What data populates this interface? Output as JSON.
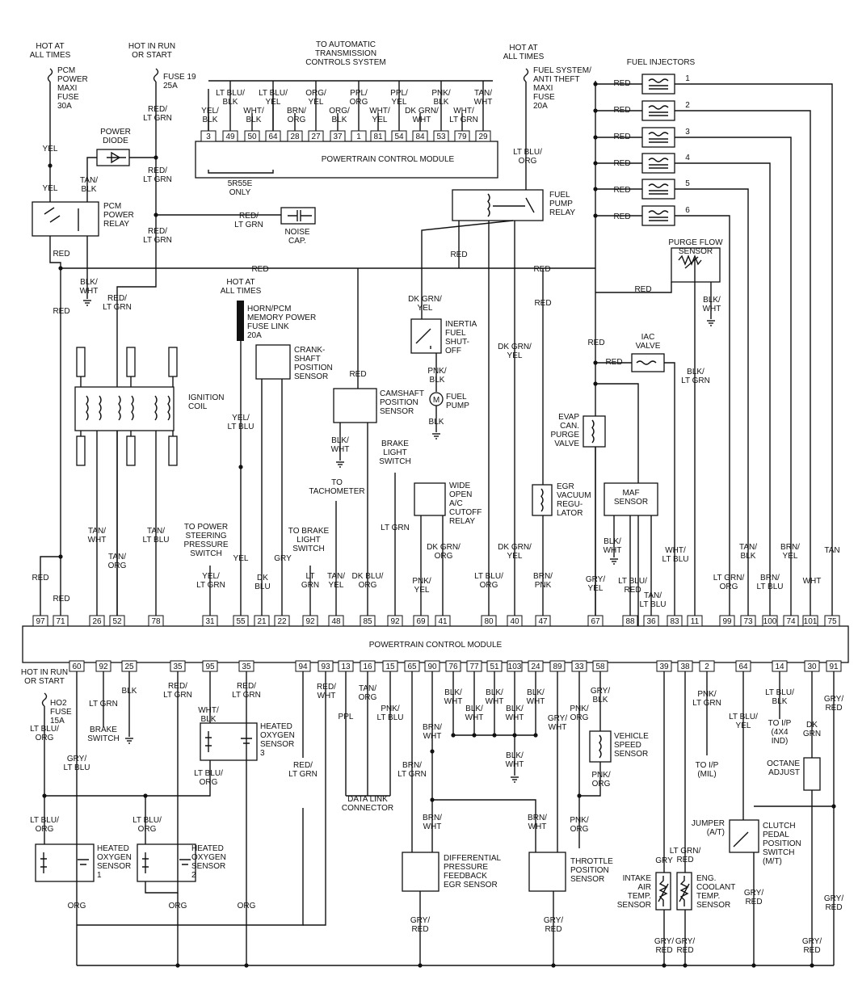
{
  "top_labels": {
    "hot_all_1": [
      "HOT AT",
      "ALL TIMES"
    ],
    "hot_run_1": [
      "HOT IN RUN",
      "OR START"
    ],
    "to_ats": [
      "TO AUTOMATIC",
      "TRANSMISSION",
      "CONTROLS SYSTEM"
    ],
    "hot_all_2": [
      "HOT AT",
      "ALL TIMES"
    ],
    "fuel_injectors": "FUEL INJECTORS"
  },
  "fuses": {
    "pcm_power": [
      "PCM",
      "POWER",
      "MAXI",
      "FUSE",
      "30A"
    ],
    "fuse19": [
      "FUSE 19",
      "25A"
    ],
    "fuel_system": [
      "FUEL SYSTEM/",
      "ANTI THEFT",
      "MAXI",
      "FUSE",
      "20A"
    ],
    "horn": [
      "HORN/PCM",
      "MEMORY POWER",
      "FUSE LINK",
      "20A"
    ],
    "ho2": [
      "HO2",
      "FUSE",
      "15A"
    ]
  },
  "trans_connector": {
    "pins": [
      "3",
      "49",
      "50",
      "64",
      "28",
      "27",
      "37",
      "1",
      "81",
      "54",
      "84",
      "53",
      "79",
      "29"
    ],
    "top_wires": [
      "LT BLU/\nBLK",
      "LT BLU/\nYEL",
      "ORG/\nYEL",
      "PPL/\nORG",
      "PPL/\nYEL",
      "PNK/\nBLK",
      "TAN/\nWHT"
    ],
    "low_wires": [
      "YEL/\nBLK",
      "WHT/\nBLK",
      "BRN/\nORG",
      "ORG/\nBLK",
      "WHT/\nYEL",
      "DK GRN/\nWHT",
      "WHT/\nLT GRN"
    ],
    "note": [
      "5R55E",
      "ONLY"
    ],
    "title": "POWERTRAIN CONTROL MODULE"
  },
  "pcm_main": {
    "title": "POWERTRAIN CONTROL MODULE",
    "top_pins": [
      "97",
      "71",
      "26",
      "52",
      "78",
      "31",
      "55",
      "21",
      "22",
      "92",
      "48",
      "85",
      "92",
      "69",
      "41",
      "80",
      "40",
      "47",
      "67",
      "88",
      "36",
      "83",
      "11",
      "99",
      "73",
      "100",
      "74",
      "101",
      "75"
    ],
    "bottom_pins": [
      "60",
      "92",
      "25",
      "35",
      "95",
      "35",
      "94",
      "93",
      "13",
      "16",
      "15",
      "65",
      "90",
      "76",
      "77",
      "51",
      "103",
      "24",
      "89",
      "33",
      "58",
      "39",
      "38",
      "2",
      "64",
      "14",
      "30",
      "91"
    ]
  },
  "components": {
    "power_diode": "POWER\nDIODE",
    "pcm_relay": "PCM\nPOWER\nRELAY",
    "noise_cap": "NOISE\nCAP.",
    "ignition_coil": "IGNITION\nCOIL",
    "crankshaft": "CRANK-\nSHAFT\nPOSITION\nSENSOR",
    "camshaft": "CAMSHAFT\nPOSITION\nSENSOR",
    "fuel_pump_relay": "FUEL\nPUMP\nRELAY",
    "inertia": "INERTIA\nFUEL\nSHUT-\nOFF",
    "fuel_pump": "FUEL\nPUMP",
    "purge_flow": "PURGE FLOW\nSENSOR",
    "iac": "IAC\nVALVE",
    "evap": "EVAP\nCAN.\nPURGE\nVALVE",
    "egr_vac": "EGR\nVACUUM\nREGU-\nLATOR",
    "maf": "MAF\nSENSOR",
    "brake_light_switch": "BRAKE\nLIGHT\nSWITCH",
    "wot": "WIDE\nOPEN\nA/C\nCUTOFF\nRELAY",
    "to_tach": "TO\nTACHOMETER",
    "to_ps": "TO POWER\nSTEERING\nPRESSURE\nSWITCH",
    "to_brake": "TO BRAKE\nLIGHT\nSWITCH",
    "ho2s1": "HEATED\nOXYGEN\nSENSOR\n1",
    "ho2s2": "HEATED\nOXYGEN\nSENSOR\n2",
    "ho2s3": "HEATED\nOXYGEN\nSENSOR\n3",
    "brake_switch": "BRAKE\nSWITCH",
    "dlc": "DATA LINK\nCONNECTOR",
    "dpfe": "DIFFERENTIAL\nPRESSURE\nFEEDBACK\nEGR SENSOR",
    "tps": "THROTTLE\nPOSITION\nSENSOR",
    "vss": "VEHICLE\nSPEED\nSENSOR",
    "iat": "INTAKE\nAIR\nTEMP.\nSENSOR",
    "ect": "ENG.\nCOOLANT\nTEMP.\nSENSOR",
    "mil": "TO I/P\n(MIL)",
    "jumper": "JUMPER\n(A/T)",
    "clutch": "CLUTCH\nPEDAL\nPOSITION\nSWITCH\n(M/T)",
    "four_x4": "TO I/P\n(4X4\nIND)",
    "octane": "OCTANE\nADJUST",
    "hot_run_2": "HOT IN RUN\nOR START",
    "hot_all_3": "HOT AT\nALL TIMES"
  },
  "injector_numbers": [
    "1",
    "2",
    "3",
    "4",
    "5",
    "6"
  ],
  "wire_labels": {
    "yel": "YEL",
    "red": "RED",
    "tan_blk": "TAN/\nBLK",
    "red_ltgrn": "RED/\nLT GRN",
    "blk_wht": "BLK/\nWHT",
    "ltblu_org": "LT BLU/\nORG",
    "dkgrn_yel": "DK GRN/\nYEL",
    "pnk_blk": "PNK/\nBLK",
    "blk": "BLK",
    "blk_ltgrn": "BLK/\nLT GRN",
    "tan_wht": "TAN/\nWHT",
    "tan_org": "TAN/\nORG",
    "tan_ltblu": "TAN/\nLT BLU",
    "yel_ltgrn": "YEL/\nLT GRN",
    "yel_ltblu": "YEL/\nLT BLU",
    "dkblu": "DK\nBLU",
    "gry": "GRY",
    "ltgrn": "LT\nGRN",
    "tan_yel": "TAN/\nYEL",
    "dkblu_org": "DK BLU/\nORG",
    "lt_grn": "LT GRN",
    "pnk_yel": "PNK/\nYEL",
    "dkgrn_org": "DK GRN/\nORG",
    "brn_pnk": "BRN/\nPNK",
    "gry_yel": "GRY/\nYEL",
    "ltblu_red": "LT BLU/\nRED",
    "wht_ltblu": "WHT/\nLT BLU",
    "ltgrn_org": "LT GRN/\nORG",
    "brn_ltblu": "BRN/\nLT BLU",
    "brn_yel": "BRN/\nYEL",
    "wht": "WHT",
    "tan": "TAN",
    "gry_ltblu": "GRY/\nLT BLU",
    "org": "ORG",
    "wht_blk": "WHT/\nBLK",
    "red_wht": "RED/\nWHT",
    "ppl": "PPL",
    "pnk_ltblu": "PNK/\nLT BLU",
    "brn_wht": "BRN/\nWHT",
    "brn_ltgrn": "BRN/\nLT GRN",
    "gry_red": "GRY/\nRED",
    "gry_wht": "GRY/\nWHT",
    "pnk_org": "PNK/\nORG",
    "gry_blk": "GRY/\nBLK",
    "pnk_ltgrn": "PNK/\nLT GRN",
    "ltblu_yel": "LT BLU/\nYEL",
    "ltblu_blk": "LT BLU/\nBLK",
    "dkgrn": "DK\nGRN",
    "ltgrn_red": "LT GRN/\nRED"
  }
}
